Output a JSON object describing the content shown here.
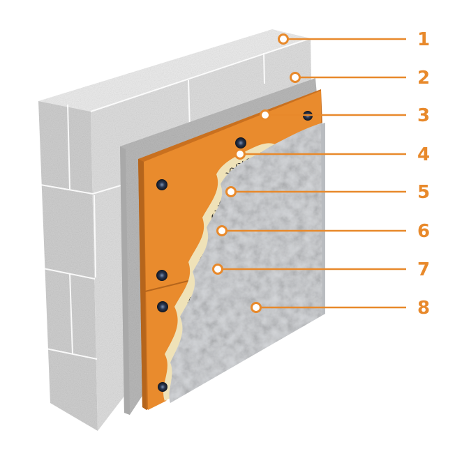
{
  "colors": {
    "accent": "#e8892b",
    "block": "#dcdcdc",
    "block_side": "#c8c8c8",
    "block_top": "#ececec",
    "adhesive": "#b7b7b7",
    "insulation": "#e98b2d",
    "base_coat": "#efe2b8",
    "mesh": "#2a2a2a",
    "plaster": "#d6d8da",
    "dowel": "#1f2a3a"
  },
  "callouts": [
    {
      "label": "1"
    },
    {
      "label": "2"
    },
    {
      "label": "3"
    },
    {
      "label": "4"
    },
    {
      "label": "5"
    },
    {
      "label": "6"
    },
    {
      "label": "7"
    },
    {
      "label": "8"
    }
  ]
}
